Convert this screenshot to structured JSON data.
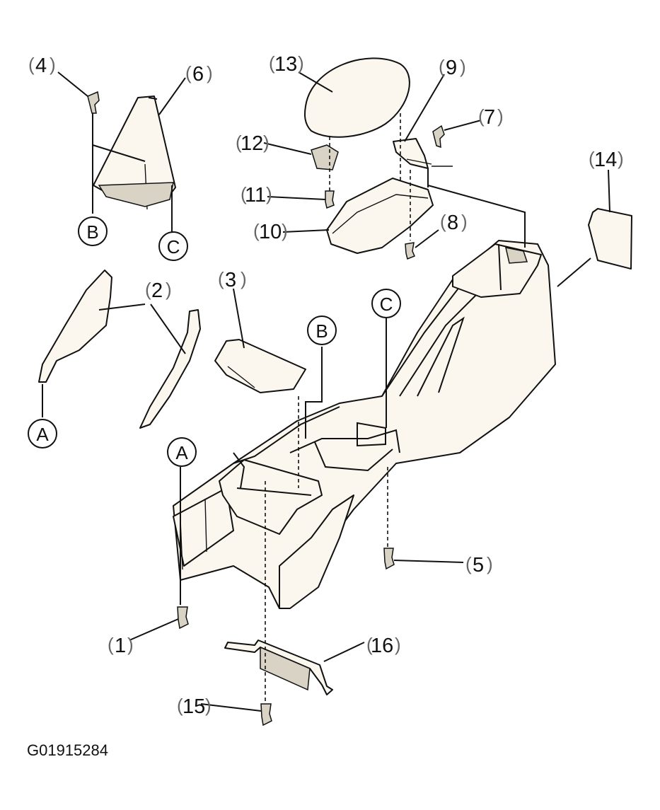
{
  "figure_code": "G01915284",
  "callouts": [
    "1",
    "2",
    "3",
    "4",
    "5",
    "6",
    "7",
    "8",
    "9",
    "10",
    "11",
    "12",
    "13",
    "14",
    "15",
    "16"
  ],
  "connectors": {
    "A": "A",
    "B": "B",
    "C": "C"
  }
}
